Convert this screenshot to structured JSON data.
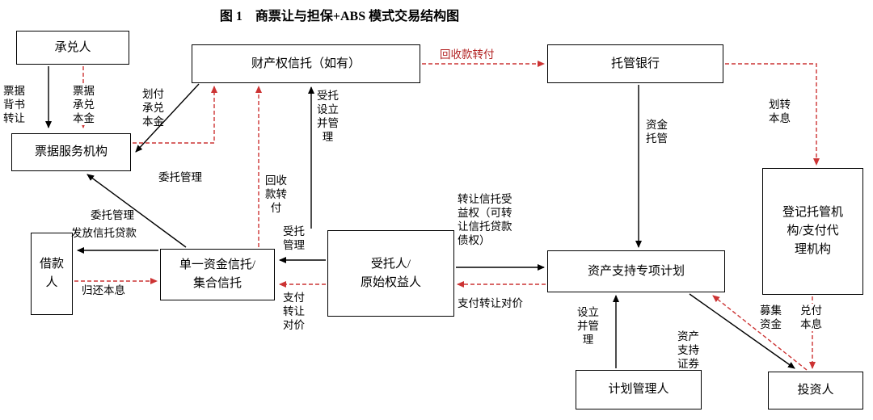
{
  "title": "图 1　商票让与担保+ABS 模式交易结构图",
  "colors": {
    "arrow_black": "#000000",
    "arrow_red": "#cc3333",
    "red_label": "#b22222",
    "background": "#ffffff",
    "box_border": "#000000"
  },
  "nodes": {
    "acceptor": "承兑人",
    "property_trust": "财产权信托（如有）",
    "custodian_bank": "托管银行",
    "bill_service": "票据服务机构",
    "borrower": "借款\n人",
    "single_trust": "单一资金信托/\n集合信托",
    "trustee": "受托人/\n原始权益人",
    "abs_plan": "资产支持专项计划",
    "registrar": "登记托管机\n构/支付代\n理机构",
    "plan_manager": "计划管理人",
    "investor": "投资人"
  },
  "labels": {
    "endorse_transfer": "票据\n背书\n转让",
    "acceptance_principal": "票据\n承兑\n本金",
    "pay_acceptance_principal": "划付\n承兑\n本金",
    "recovery_transfer_top": "回收款转付",
    "entrust_setup_manage": "受托\n设立\n并管\n理",
    "entrust_manage_property": "委托管理",
    "recovery_transfer_mid": "回收\n款转\n付",
    "entrust_manage_trust": "委托管理",
    "issue_trust_loan": "发放信托贷款",
    "repay_principal_interest": "归还本息",
    "entrusted_manage": "受托\n管理",
    "pay_consideration_left": "支付\n转让\n对价",
    "transfer_beneficiary_right": "转让信托受\n益权（可转\n让信托贷款\n债权）",
    "pay_consideration_right": "支付转让对价",
    "fund_custody": "资金\n托管",
    "transfer_principal_interest": "划转\n本息",
    "setup_and_manage": "设立\n并管\n理",
    "abs_securities": "资产\n支持\n证券",
    "raise_funds": "募集\n资金",
    "redeem_principal_interest": "兑付\n本息"
  }
}
